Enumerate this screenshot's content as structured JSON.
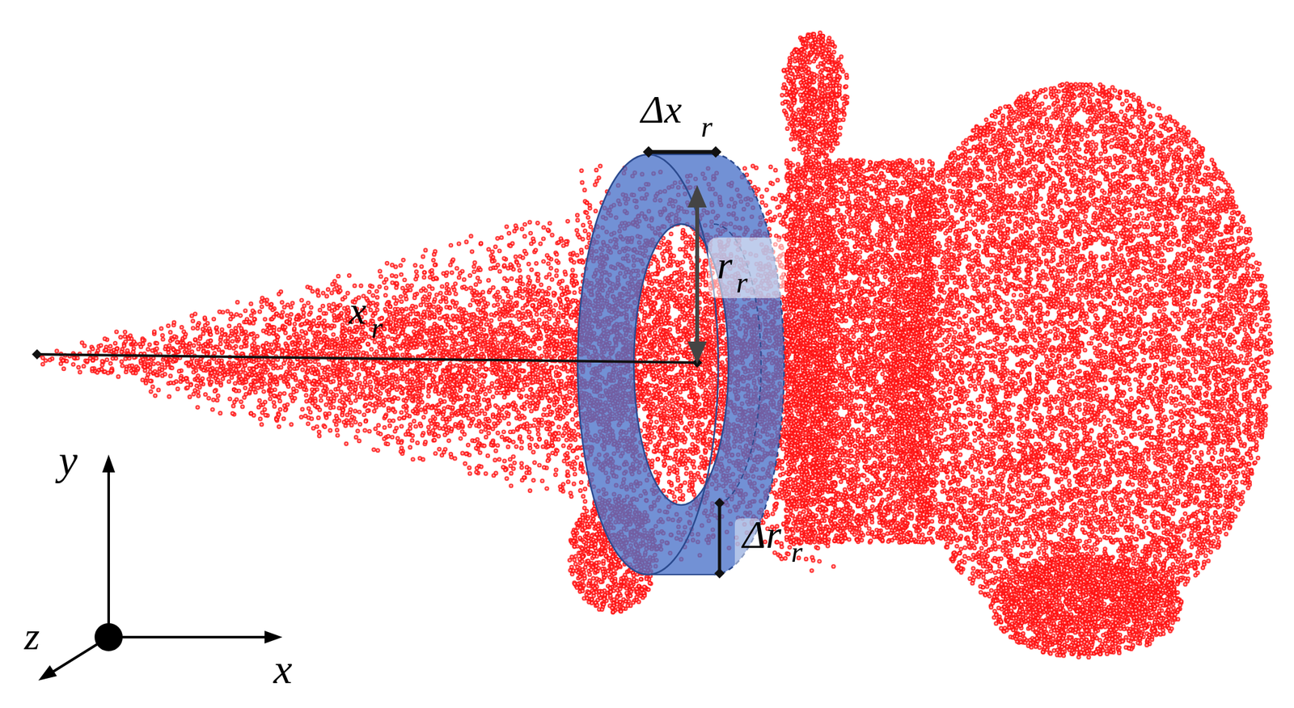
{
  "diagram": {
    "labels": [
      "Δx",
      "r",
      "r",
      "r",
      "x",
      "r",
      "Δr",
      "r",
      "y",
      "z",
      "x"
    ]
  }
}
